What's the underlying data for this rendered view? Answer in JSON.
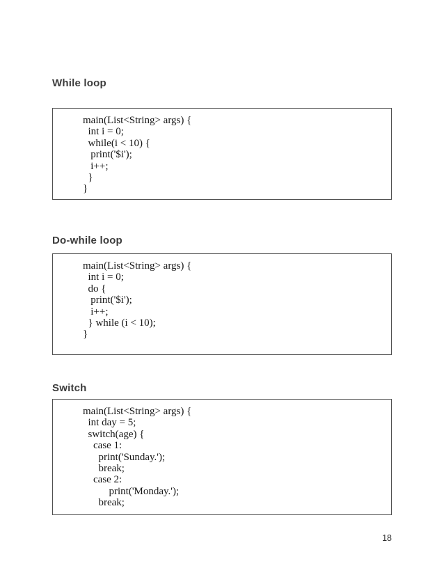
{
  "page": {
    "number": "18"
  },
  "sections": [
    {
      "heading": "While loop",
      "code": [
        "main(List<String> args) {",
        "  int i = 0;",
        "  while(i < 10) {",
        "   print('$i');",
        "   i++;",
        "  }",
        "}"
      ]
    },
    {
      "heading": "Do-while loop",
      "code": [
        "main(List<String> args) {",
        "  int i = 0;",
        "  do {",
        "   print('$i');",
        "   i++;",
        "  } while (i < 10);",
        "}"
      ]
    },
    {
      "heading": "Switch",
      "code": [
        "main(List<String> args) {",
        "  int day = 5;",
        "  switch(age) {",
        "    case 1:",
        "      print('Sunday.');",
        "      break;",
        "    case 2:",
        "          print('Monday.');",
        "      break;"
      ]
    }
  ]
}
